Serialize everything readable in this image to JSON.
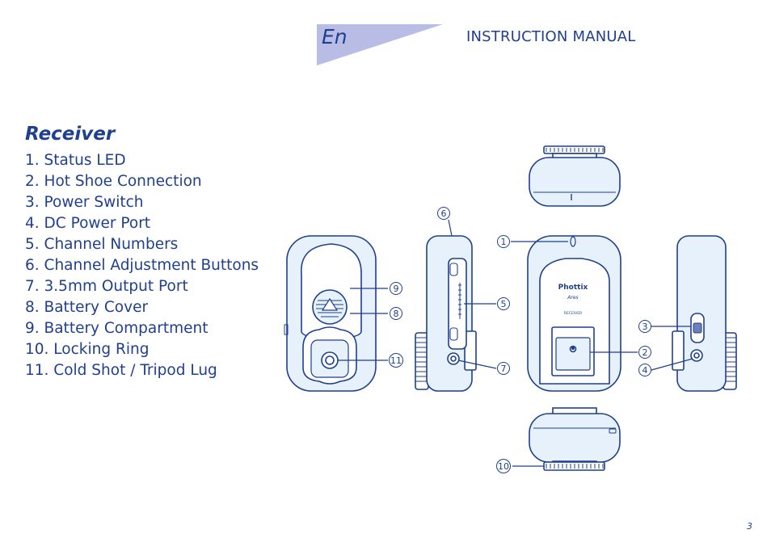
{
  "header": {
    "language": "En",
    "title": "INSTRUCTION MANUAL",
    "tab_color": "#b9bde6"
  },
  "section": {
    "title": "Receiver",
    "items": [
      "1. Status LED",
      "2. Hot Shoe Connection",
      "3. Power Switch",
      "4. DC Power Port",
      "5. Channel Numbers",
      "6. Channel Adjustment Buttons",
      "7. 3.5mm Output Port",
      "8. Battery Cover",
      "9. Battery Compartment",
      "10. Locking Ring",
      "11. Cold Shot / Tripod Lug"
    ]
  },
  "diagram": {
    "brand": "Phottix",
    "model": "Ares",
    "device_label": "RECEIVER",
    "callouts": [
      "1",
      "2",
      "3",
      "4",
      "5",
      "6",
      "7",
      "8",
      "9",
      "10",
      "11"
    ]
  },
  "footer": {
    "page_number": "3"
  },
  "colors": {
    "text": "#1f3f8f",
    "line": "#1f3f8f",
    "device_fill": "#e6f1fb",
    "badge": "#6f7fb8"
  }
}
